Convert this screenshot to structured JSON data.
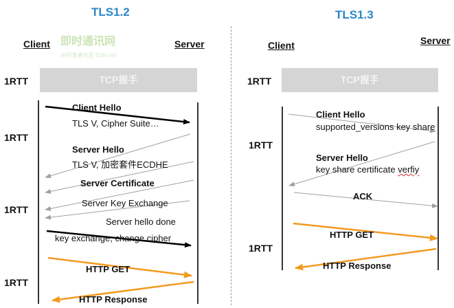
{
  "left": {
    "title": "TLS1.2",
    "client": "Client",
    "server": "Server",
    "tcp": "TCP握手",
    "rtt_labels": [
      "1RTT",
      "1RTT",
      "1RTT",
      "1RTT"
    ],
    "messages": {
      "client_hello": "Client Hello",
      "client_hello_detail": "TLS V, Cipher Suite…",
      "server_hello": "Server Hello",
      "server_hello_detail": "TLS V, 加密套件ECDHE",
      "server_certificate": "Server Certificate",
      "server_key_exchange": "Server Key Exchange",
      "server_hello_done": "Server hello done",
      "key_exchange": "key exchange,   change cipher",
      "http_get": "HTTP GET",
      "http_response": "HTTP Response"
    }
  },
  "right": {
    "title": "TLS1.3",
    "client": "Client",
    "server": "Server",
    "tcp": "TCP握手",
    "rtt_labels": [
      "1RTT",
      "1RTT",
      "1RTT"
    ],
    "messages": {
      "client_hello": "Client Hello",
      "client_hello_detail": "supported_versions key share",
      "server_hello": "Server Hello",
      "server_hello_detail_a": "key share certificate ",
      "server_hello_detail_b": "verfiy",
      "ack": "ACK",
      "http_get": "HTTP GET",
      "http_response": "HTTP Response"
    }
  },
  "watermark": {
    "logo_text": "即时通讯网",
    "sub_text": "IM开发者社区 52im.net"
  },
  "colors": {
    "title": "#2a86c8",
    "black_arrow": "#000000",
    "gray_arrow": "#a0a0a0",
    "orange_arrow": "#f39a1e",
    "tcp_box": "#d5d5d5"
  }
}
